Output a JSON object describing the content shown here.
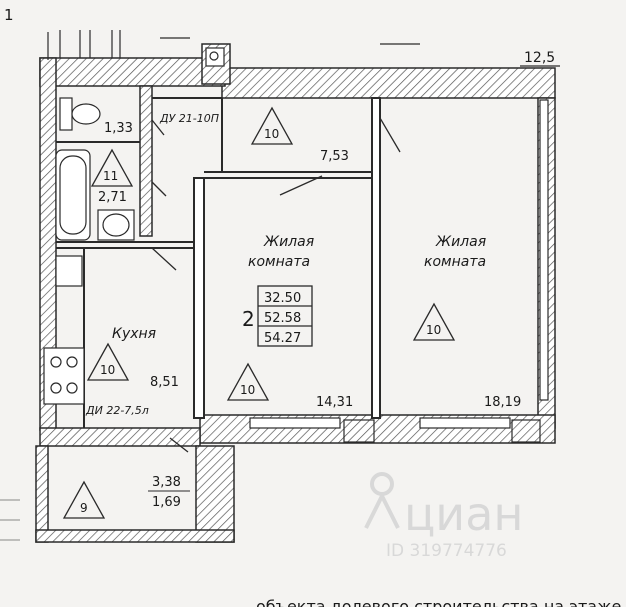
{
  "page_number": "1",
  "colors": {
    "paper": "#f4f3f1",
    "wall": "#2a2a2a",
    "hatch": "#555555",
    "watermark": "#d8d8d8"
  },
  "plan": {
    "riser_wc": "ДУ 21-10П",
    "riser_kitchen": "ДИ 22-7,5л",
    "neighbor_area": "12,5",
    "apartment": {
      "rooms_count": "2",
      "area_living": "32.50",
      "area_total": "52.58",
      "area_total_with_balcony": "54.27"
    },
    "rooms": {
      "toilet": {
        "area": "1,33"
      },
      "bath": {
        "marker": "11",
        "area": "2,71"
      },
      "hall": {
        "marker": "10",
        "area": "7,53"
      },
      "kitchen": {
        "name": "Кухня",
        "marker": "10",
        "area": "8,51"
      },
      "living1": {
        "name_line1": "Жилая",
        "name_line2": "комната",
        "marker": "10",
        "area": "14,31"
      },
      "living2": {
        "name_line1": "Жилая",
        "name_line2": "комната",
        "marker": "10",
        "area": "18,19"
      },
      "balcony": {
        "marker": "9",
        "area": "3,38",
        "area_reduced": "1,69"
      }
    }
  },
  "watermark": {
    "brand": "циан",
    "id": "ID 319774776"
  },
  "caption": "объекта долевого строительства на этаже"
}
